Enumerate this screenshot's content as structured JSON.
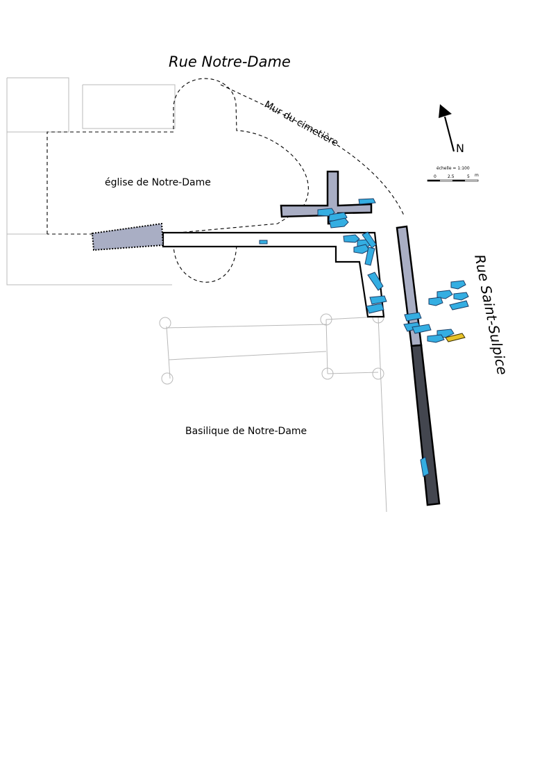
{
  "labels": {
    "rue_notre_dame": "Rue Notre-Dame",
    "mur_cimetiere": "Mur du cimetière",
    "eglise": "église de Notre-Dame",
    "basilique": "Basilique de Notre-Dame",
    "rue_saint_sulpice": "Rue Saint-Sulpice"
  },
  "north_arrow": {
    "letter": "N"
  },
  "scale_bar": {
    "title": "échelle = 1:100",
    "ticks": [
      "0",
      "2.5",
      "5"
    ],
    "unit": "m"
  },
  "colors": {
    "wall_light": "#a9aec4",
    "wall_dark": "#43464f",
    "burial_blue": "#34aee2",
    "burial_yellow": "#e8c228"
  }
}
